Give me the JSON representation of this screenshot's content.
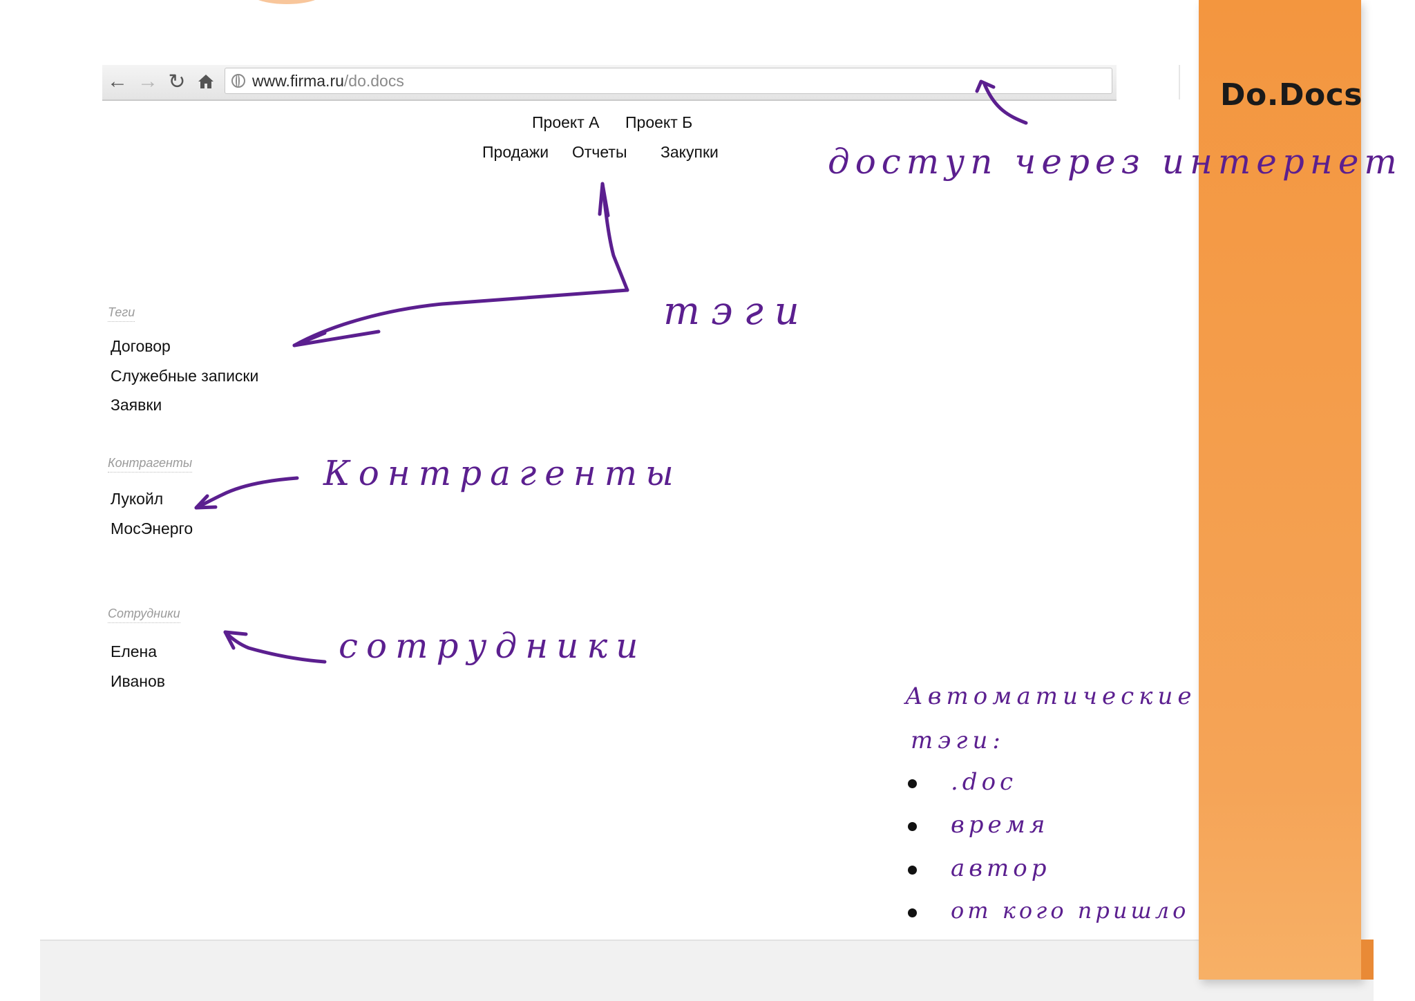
{
  "brand": {
    "name": "Do.Docs"
  },
  "browser": {
    "back_icon": "arrow-left-icon",
    "forward_icon": "arrow-right-icon",
    "reload_icon": "reload-icon",
    "home_icon": "home-icon",
    "url_host": "www.firma.ru",
    "url_path": "/do.docs"
  },
  "top_nav": {
    "projects": [
      "Проект А",
      "Проект Б"
    ],
    "departments": [
      "Продажи",
      "Отчеты",
      "Закупки"
    ]
  },
  "sidebar": {
    "tags": {
      "title": "Теги",
      "items": [
        "Договор",
        "Служебные записки",
        "Заявки"
      ]
    },
    "contractors": {
      "title": "Контрагенты",
      "items": [
        "Лукойл",
        "МосЭнерго"
      ]
    },
    "employees": {
      "title": "Сотрудники",
      "items": [
        "Елена",
        "Иванов"
      ]
    }
  },
  "annotations": {
    "internet_access": "доступ через интернет",
    "tags": "тэги",
    "contractors": "Контрагенты",
    "employees": "сотрудники",
    "auto_tags_title_line1": "Автоматические",
    "auto_tags_title_line2": "тэги:",
    "auto_tags": [
      ".doc",
      "время",
      "автор",
      "от кого пришло"
    ]
  },
  "colors": {
    "accent": "#f3963f",
    "ink": "#5b1f8f"
  }
}
